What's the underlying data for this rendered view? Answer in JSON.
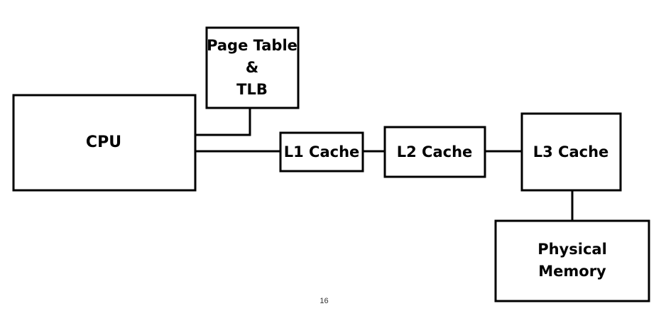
{
  "diagram": {
    "nodes": {
      "cpu": "CPU",
      "page_table": [
        "Page Table",
        "&",
        "TLB"
      ],
      "l1": "L1 Cache",
      "l2": "L2 Cache",
      "l3": "L3 Cache",
      "memory": [
        "Physical",
        "Memory"
      ]
    }
  },
  "footer": {
    "page_number": "16"
  }
}
